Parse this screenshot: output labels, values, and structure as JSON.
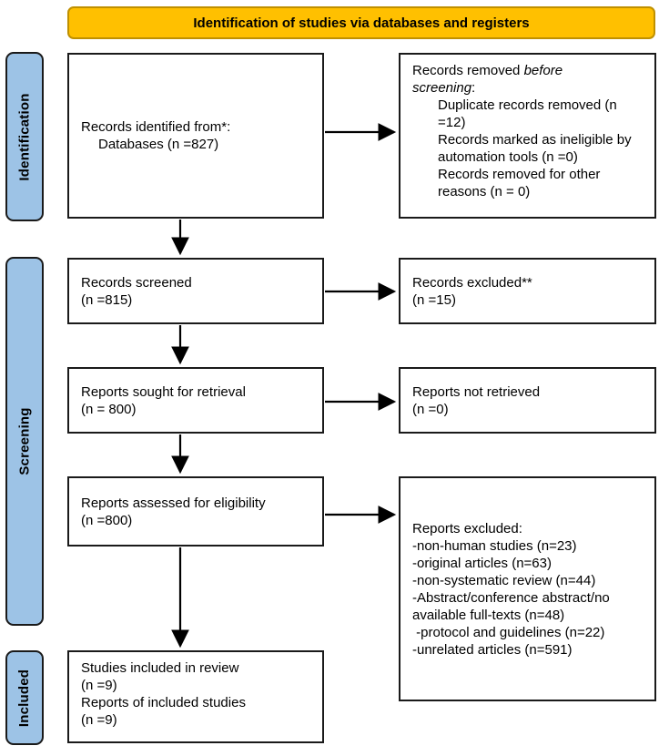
{
  "header": {
    "title": "Identification of studies via databases and registers"
  },
  "stages": {
    "identification": "Identification",
    "screening": "Screening",
    "included": "Included"
  },
  "boxes": {
    "records_identified": {
      "lines": [
        "Records identified from*:",
        "Databases (n =827)"
      ]
    },
    "records_removed": {
      "intro_prefix": "Records removed ",
      "intro_italic": "before screening",
      "intro_suffix": ":",
      "items": [
        "Duplicate records removed (n =12)",
        "Records marked as ineligible by automation tools (n =0)",
        "Records removed for other reasons (n = 0)"
      ]
    },
    "records_screened": {
      "lines": [
        "Records screened",
        "(n =815)"
      ]
    },
    "records_excluded": {
      "lines": [
        "Records excluded**",
        "(n =15)"
      ]
    },
    "reports_sought": {
      "lines": [
        "Reports sought for retrieval",
        "(n = 800)"
      ]
    },
    "reports_not_retrieved": {
      "lines": [
        "Reports not retrieved",
        "(n =0)"
      ]
    },
    "reports_assessed": {
      "lines": [
        "Reports assessed for eligibility",
        "(n =800)"
      ]
    },
    "reports_excluded": {
      "title": "Reports excluded:",
      "items": [
        "-non-human studies (n=23)",
        "-original articles (n=63)",
        "-non-systematic review (n=44)",
        "-Abstract/conference abstract/no available full-texts (n=48)",
        " -protocol and guidelines (n=22)",
        "-unrelated articles (n=591)"
      ]
    },
    "studies_included": {
      "lines": [
        "Studies included in review",
        "(n =9)",
        "Reports of included studies",
        "(n =9)"
      ]
    }
  },
  "colors": {
    "banner_fill": "#FFC000",
    "banner_border": "#BF9000",
    "stage_fill": "#9DC3E6",
    "border": "#1a1a1a",
    "arrow": "#000000"
  }
}
